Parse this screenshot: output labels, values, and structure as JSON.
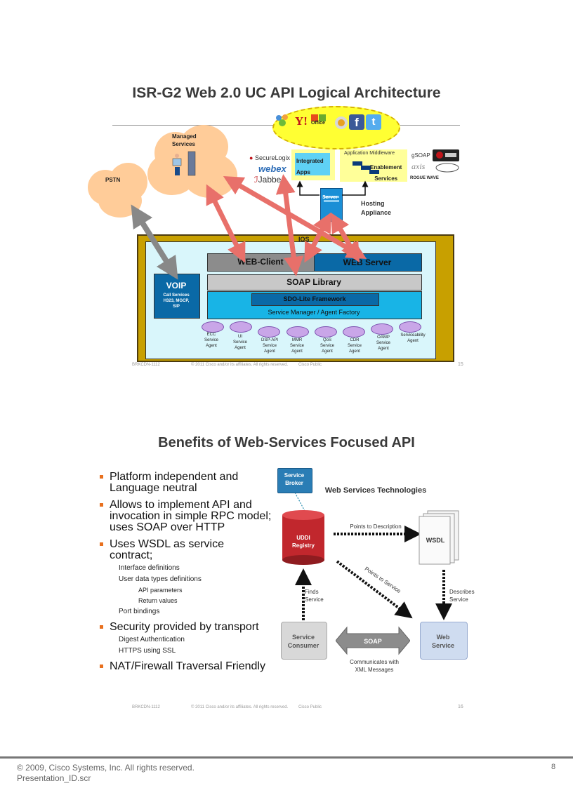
{
  "slide1": {
    "title": "ISR-G2 Web 2.0 UC API Logical Architecture",
    "managed_services": "Managed\nServices",
    "pstn": "PSTN",
    "logos_top": [
      "Y!",
      "Office",
      "f",
      "t"
    ],
    "office_label": "Office",
    "partner_logos": [
      "SecureLogix",
      "webex",
      "Jabber"
    ],
    "integrated_apps": "Integrated\nApps",
    "app_middleware": "Application Middleware",
    "enablement_services": "Enablement\nServices",
    "gsoap": "gSOAP",
    "axis": "axis",
    "roguewave": "ROGUE WAVE",
    "server_label": "Server",
    "hosting_appliance": "Hosting\nAppliance",
    "ios_label": "IOS",
    "web_client": "WEB-Client",
    "web_server": "WEB Server",
    "soap_library": "SOAP Library",
    "voip_title": "VOIP",
    "voip_sub": "Call Services\nH323, MGCP,\nSIP",
    "sdo_lite": "SDO-Lite Framework",
    "service_manager": "Service Manager / Agent Factory",
    "agents": [
      "ECC\nService\nAgent",
      "UI\nService\nAgent",
      "DSP-API\nService\nAgent",
      "MMR\nService\nAgent",
      "QoS\nService\nAgent",
      "CDR\nService\nAgent",
      "OAMP\nService\nAgent",
      "Serviceability\nAgent"
    ],
    "footer_code": "BRKCDN-1112",
    "footer_copyright": "© 2011 Cisco and/or its affiliates. All rights reserved.",
    "footer_public": "Cisco Public",
    "page_number": "15"
  },
  "slide2": {
    "title": "Benefits of Web-Services Focused API",
    "bullets": [
      {
        "text": "Platform independent and Language neutral",
        "subs": []
      },
      {
        "text": "Allows to implement API and invocation in simple RPC model; uses SOAP over HTTP",
        "subs": []
      },
      {
        "text": "Uses WSDL as service contract;",
        "subs": [
          {
            "text": "Interface definitions",
            "level": 2
          },
          {
            "text": "User data types definitions",
            "level": 2
          },
          {
            "text": "API parameters",
            "level": 3
          },
          {
            "text": "Return values",
            "level": 3
          },
          {
            "text": "Port bindings",
            "level": 2
          }
        ]
      },
      {
        "text": "Security provided by transport",
        "subs": [
          {
            "text": "Digest Authentication",
            "level": 2
          },
          {
            "text": "HTTPS using SSL",
            "level": 2
          }
        ]
      },
      {
        "text": "NAT/Firewall Traversal Friendly",
        "subs": []
      }
    ],
    "diagram": {
      "service_broker": "Service\nBroker",
      "ws_title": "Web Services Technologies",
      "uddi": "UDDI\nRegistry",
      "points_to_description": "Points to Description",
      "wsdl": "WSDL",
      "points_to_service": "Points to Service",
      "finds_service": "Finds\nService",
      "describes_service": "Describes\nService",
      "service_consumer": "Service\nConsumer",
      "soap": "SOAP",
      "web_service": "Web\nService",
      "communicates": "Communicates with\nXML Messages"
    },
    "footer_code": "BRKCDN-1112",
    "footer_copyright": "© 2011 Cisco and/or its affiliates. All rights reserved.",
    "footer_public": "Cisco Public",
    "page_number": "16"
  },
  "page_footer": {
    "copyright": "© 2009, Cisco Systems, Inc. All rights reserved.",
    "presentation_id": "Presentation_ID.scr",
    "page": "8"
  },
  "colors": {
    "ios_border": "#c8a000",
    "light_blue": "#d9f6fb",
    "cyan_bar": "#18b4e6",
    "dark_blue": "#0a69a6",
    "arrow_red": "#e8706a",
    "cloud": "#ffcc99",
    "bullet_orange": "#e8701e"
  }
}
